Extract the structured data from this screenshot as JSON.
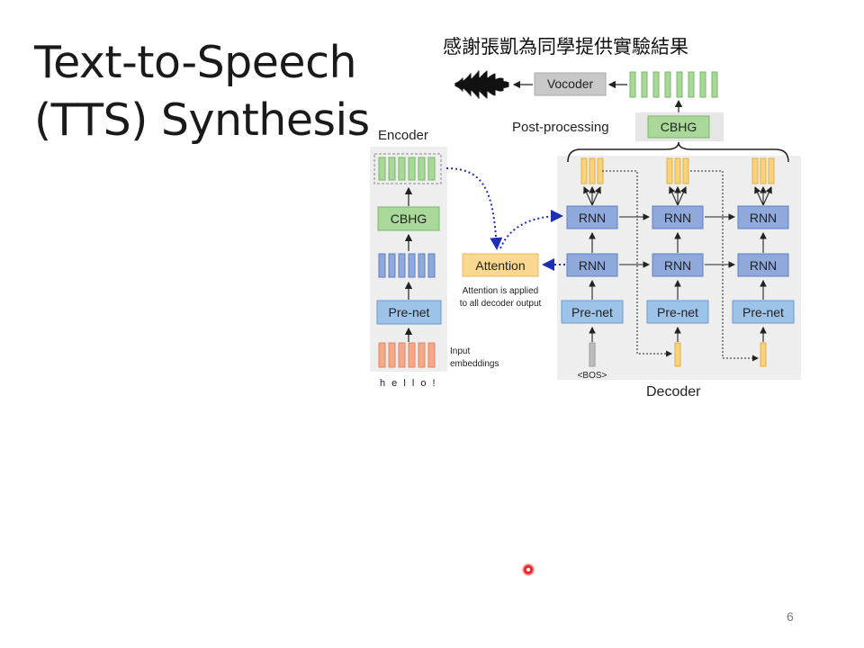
{
  "slide": {
    "title_line1": "Text-to-Speech",
    "title_line2": "(TTS) Synthesis",
    "credit": "感謝張凱為同學提供實驗結果",
    "page_number": "6"
  },
  "diagram": {
    "encoder_label": "Encoder",
    "decoder_label": "Decoder",
    "post_processing_label": "Post-processing",
    "vocoder": "Vocoder",
    "cbhg": "CBHG",
    "prenet": "Pre-net",
    "rnn": "RNN",
    "attention": "Attention",
    "attention_note_line1": "Attention is applied",
    "attention_note_line2": "to all decoder output",
    "input_embeddings_line1": "Input",
    "input_embeddings_line2": "embeddings",
    "input_text": "h e l l o !",
    "bos": "<BOS>"
  },
  "colors": {
    "green_fill": "#a9d89a",
    "green_stroke": "#78b865",
    "blue_fill": "#8fa9dc",
    "blue_stroke": "#5d7fc2",
    "prenet_fill": "#9dc3e8",
    "orange_fill": "#f6a98a",
    "yellow_fill": "#f9d27e",
    "attention_fill": "#fbd88f",
    "gray_panel": "#eeeeee",
    "vocoder_fill": "#c8c8c8",
    "dotted_arrow": "#1f2fb5"
  }
}
